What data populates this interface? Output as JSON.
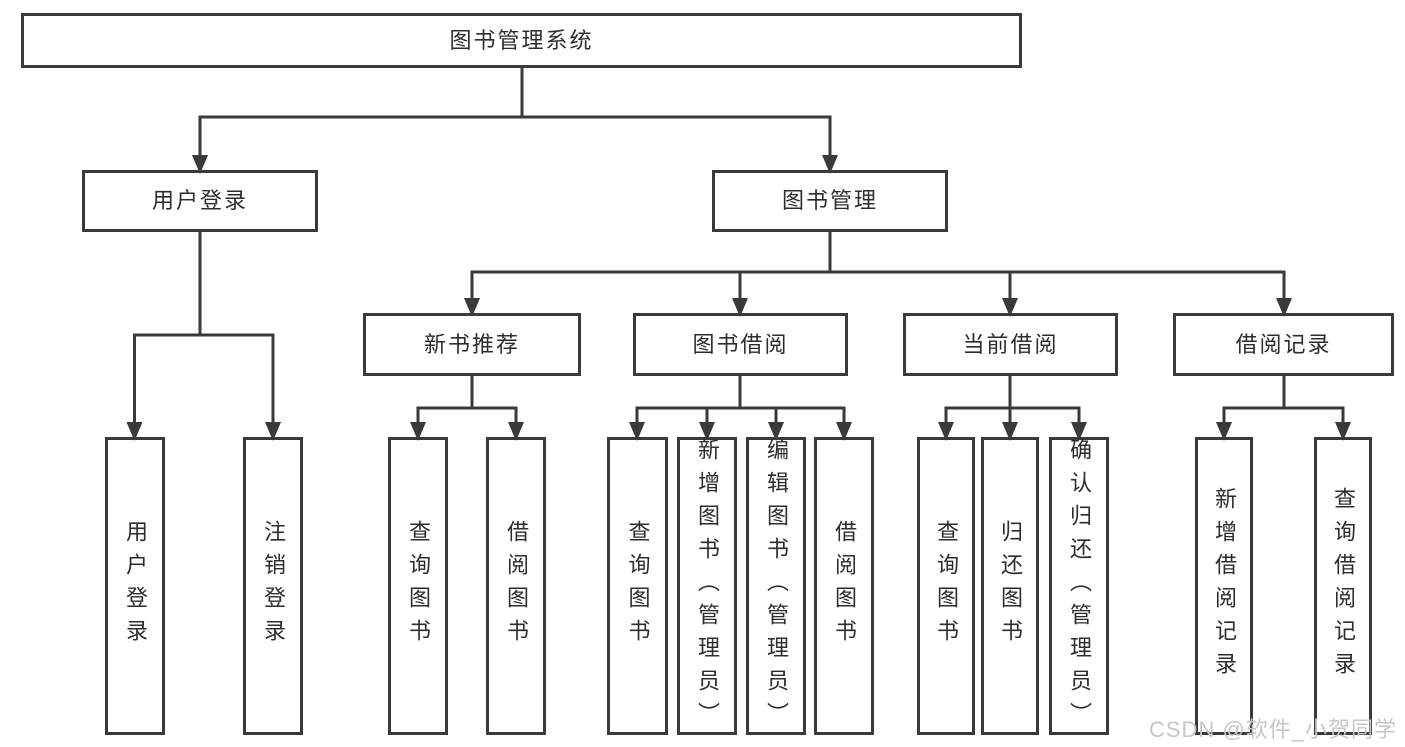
{
  "colors": {
    "line": "#3a3a3a",
    "box_border": "#3a3a3a",
    "box_fill": "#ffffff",
    "text": "#2d2d2d",
    "background": "#ffffff",
    "watermark": "#c7c7c7"
  },
  "nodes": {
    "root": {
      "label": "图书管理系统"
    },
    "user_login": {
      "label": "用户登录"
    },
    "book_management": {
      "label": "图书管理"
    },
    "leaf_user_login": {
      "label": "用户登录"
    },
    "leaf_logout": {
      "label": "注销登录"
    },
    "new_book_recommendation": {
      "label": "新书推荐"
    },
    "book_borrowing": {
      "label": "图书借阅"
    },
    "current_borrowing": {
      "label": "当前借阅"
    },
    "borrowing_records": {
      "label": "借阅记录"
    },
    "g1_query_books": {
      "label": "查询图书"
    },
    "g1_borrow_books": {
      "label": "借阅图书"
    },
    "g2_query_books": {
      "label": "查询图书"
    },
    "g2_add_books_admin": {
      "label": "新增图书（管理员）"
    },
    "g2_edit_books_admin": {
      "label": "编辑图书（管理员）"
    },
    "g2_borrow_books": {
      "label": "借阅图书"
    },
    "g3_query_books": {
      "label": "查询图书"
    },
    "g3_return_books": {
      "label": "归还图书"
    },
    "g3_confirm_return_admin": {
      "label": "确认归还（管理员）"
    },
    "g4_add_borrow_record": {
      "label": "新增借阅记录"
    },
    "g4_query_borrow_record": {
      "label": "查询借阅记录"
    }
  },
  "watermark": {
    "text": "CSDN @软件_小贺同学"
  }
}
